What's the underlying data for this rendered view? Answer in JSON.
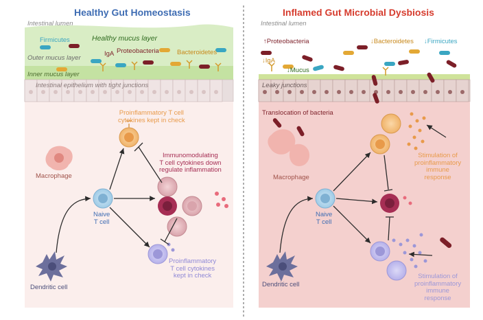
{
  "left": {
    "title": "Healthy Gut Homeostasis",
    "lumen": "Intestinal lumen",
    "healthy_mucus": "Healthy mucus layer",
    "outer_mucus": "Outer mucus layer",
    "inner_mucus": "Inner mucus layer",
    "epithelium": "Intestinal epithelium with tight junctions",
    "firmicutes": "Firmicutes",
    "iga": "IgA",
    "proteobacteria": "Proteobacteria",
    "bacteroidetes": "Bacteroidetes",
    "proinflam_top": [
      "Proinflammatory T cell",
      "cytokines kept in check"
    ],
    "immunomod": [
      "Immunomodulating",
      "T cell cytokines down",
      "regulate inflammation"
    ],
    "macrophage": "Macrophage",
    "naive": [
      "Naive",
      "T cell"
    ],
    "dendritic": "Dendritic cell",
    "proinflam_bottom": [
      "Proinflammatory",
      "T cell cytokines",
      "kept in check"
    ]
  },
  "right": {
    "title": "Inflamed Gut Microbial Dysbiosis",
    "lumen": "Intestinal lumen",
    "proteobacteria": "Proteobacteria",
    "bacteroidetes": "Bacteroidetes",
    "firmicutes": "Firmicutes",
    "iga": "IgA",
    "mucus": "Mucus",
    "leaky": "Leaky junctions",
    "translocation": "Translocation of bacteria",
    "macrophage": "Macrophage",
    "naive": [
      "Naive",
      "T cell"
    ],
    "dendritic": "Dendritic cell",
    "stim_top": [
      "Stimulation of",
      "proinflammatory",
      "immune",
      "response"
    ],
    "stim_bottom": [
      "Stimulation of",
      "proinflammatory",
      "immune",
      "response"
    ]
  },
  "colors": {
    "healthy_title": "#3f6db3",
    "inflamed_title": "#d63c2e",
    "tissue_left": "#fbeeec",
    "tissue_right": "#f4d0ce",
    "mucus_green": "#cfe8b5",
    "firmicutes": "#3aa6c2",
    "proteobacteria": "#7c1f28",
    "bacteroidetes": "#e3a835",
    "naive_cell": "#9fcbe6",
    "proinflam_orange": "#f0b36a",
    "immunomod_red": "#a62e54",
    "proinflam_lilac": "#b6b1ea",
    "dendritic": "#6c6f9c",
    "macrophage": "#f1b4ae"
  }
}
